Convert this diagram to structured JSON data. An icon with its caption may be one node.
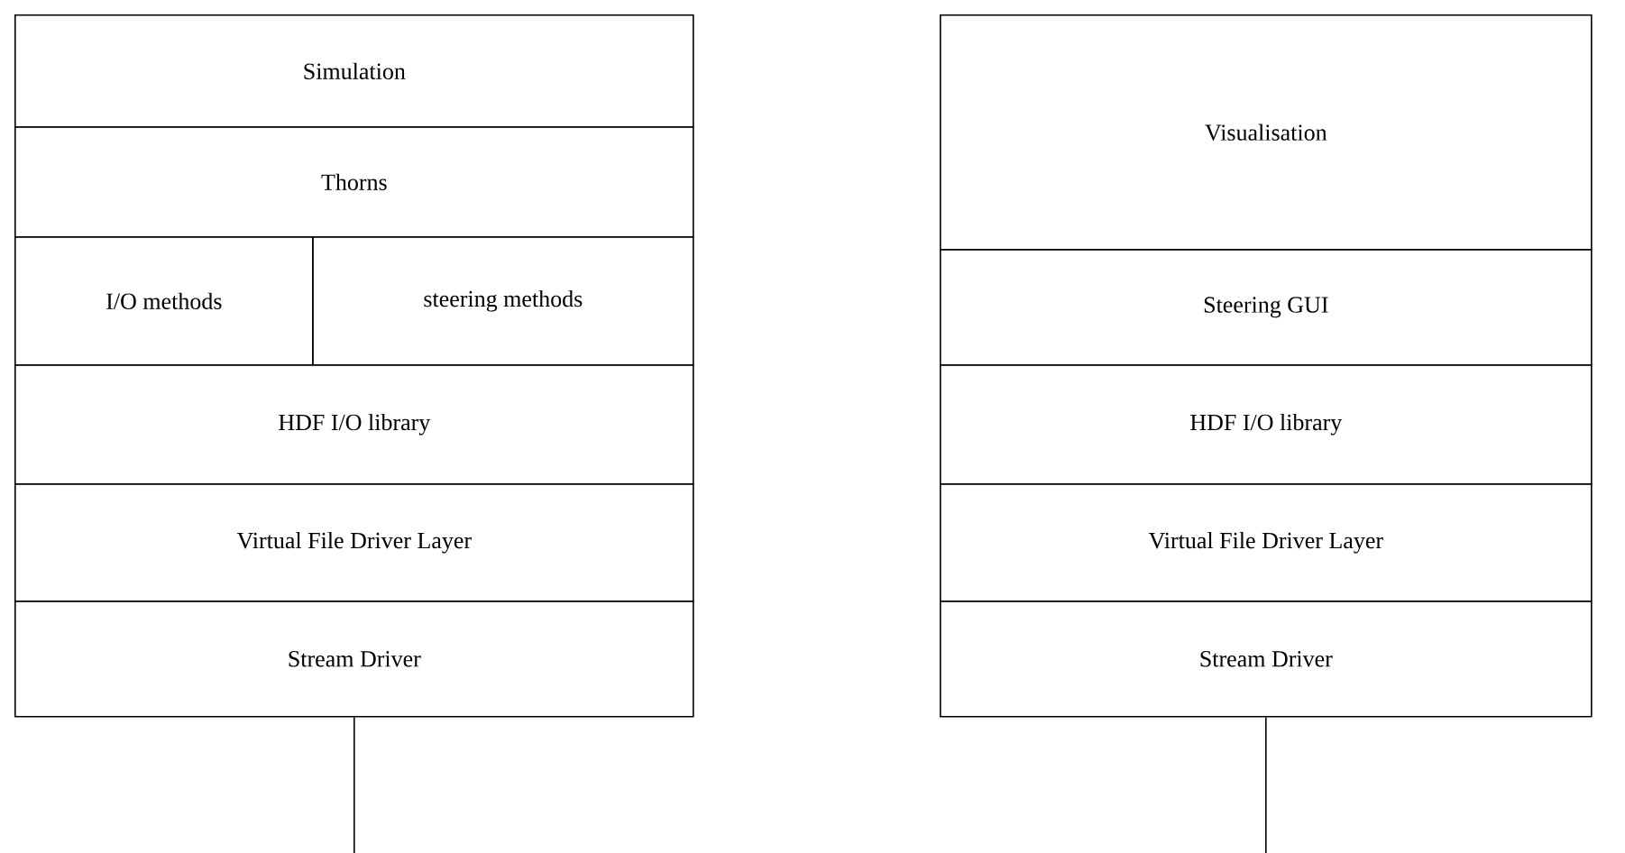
{
  "diagram": {
    "nodes": [
      {
        "text": [
          "Simulation"
        ]
      },
      {
        "text": [
          "Thorns"
        ]
      },
      {
        "text": [
          "I/O methods"
        ]
      },
      {
        "text": [
          "steering methods"
        ]
      },
      {
        "text": [
          "HDF I/O library"
        ]
      },
      {
        "text": [
          "Virtual File Driver Layer"
        ]
      },
      {
        "text": [
          "Stream Driver"
        ]
      },
      {
        "text": [
          "Visualisation"
        ]
      },
      {
        "text": [
          "Steering GUI"
        ]
      },
      {
        "text": [
          "HDF I/O library"
        ]
      },
      {
        "text": [
          "Virtual File Driver Layer"
        ]
      },
      {
        "text": [
          "Stream Driver"
        ]
      }
    ],
    "edges": [
      {
        "from": 6,
        "to": null,
        "arrow": "none"
      },
      {
        "from": 11,
        "to": null,
        "arrow": "none"
      }
    ]
  }
}
